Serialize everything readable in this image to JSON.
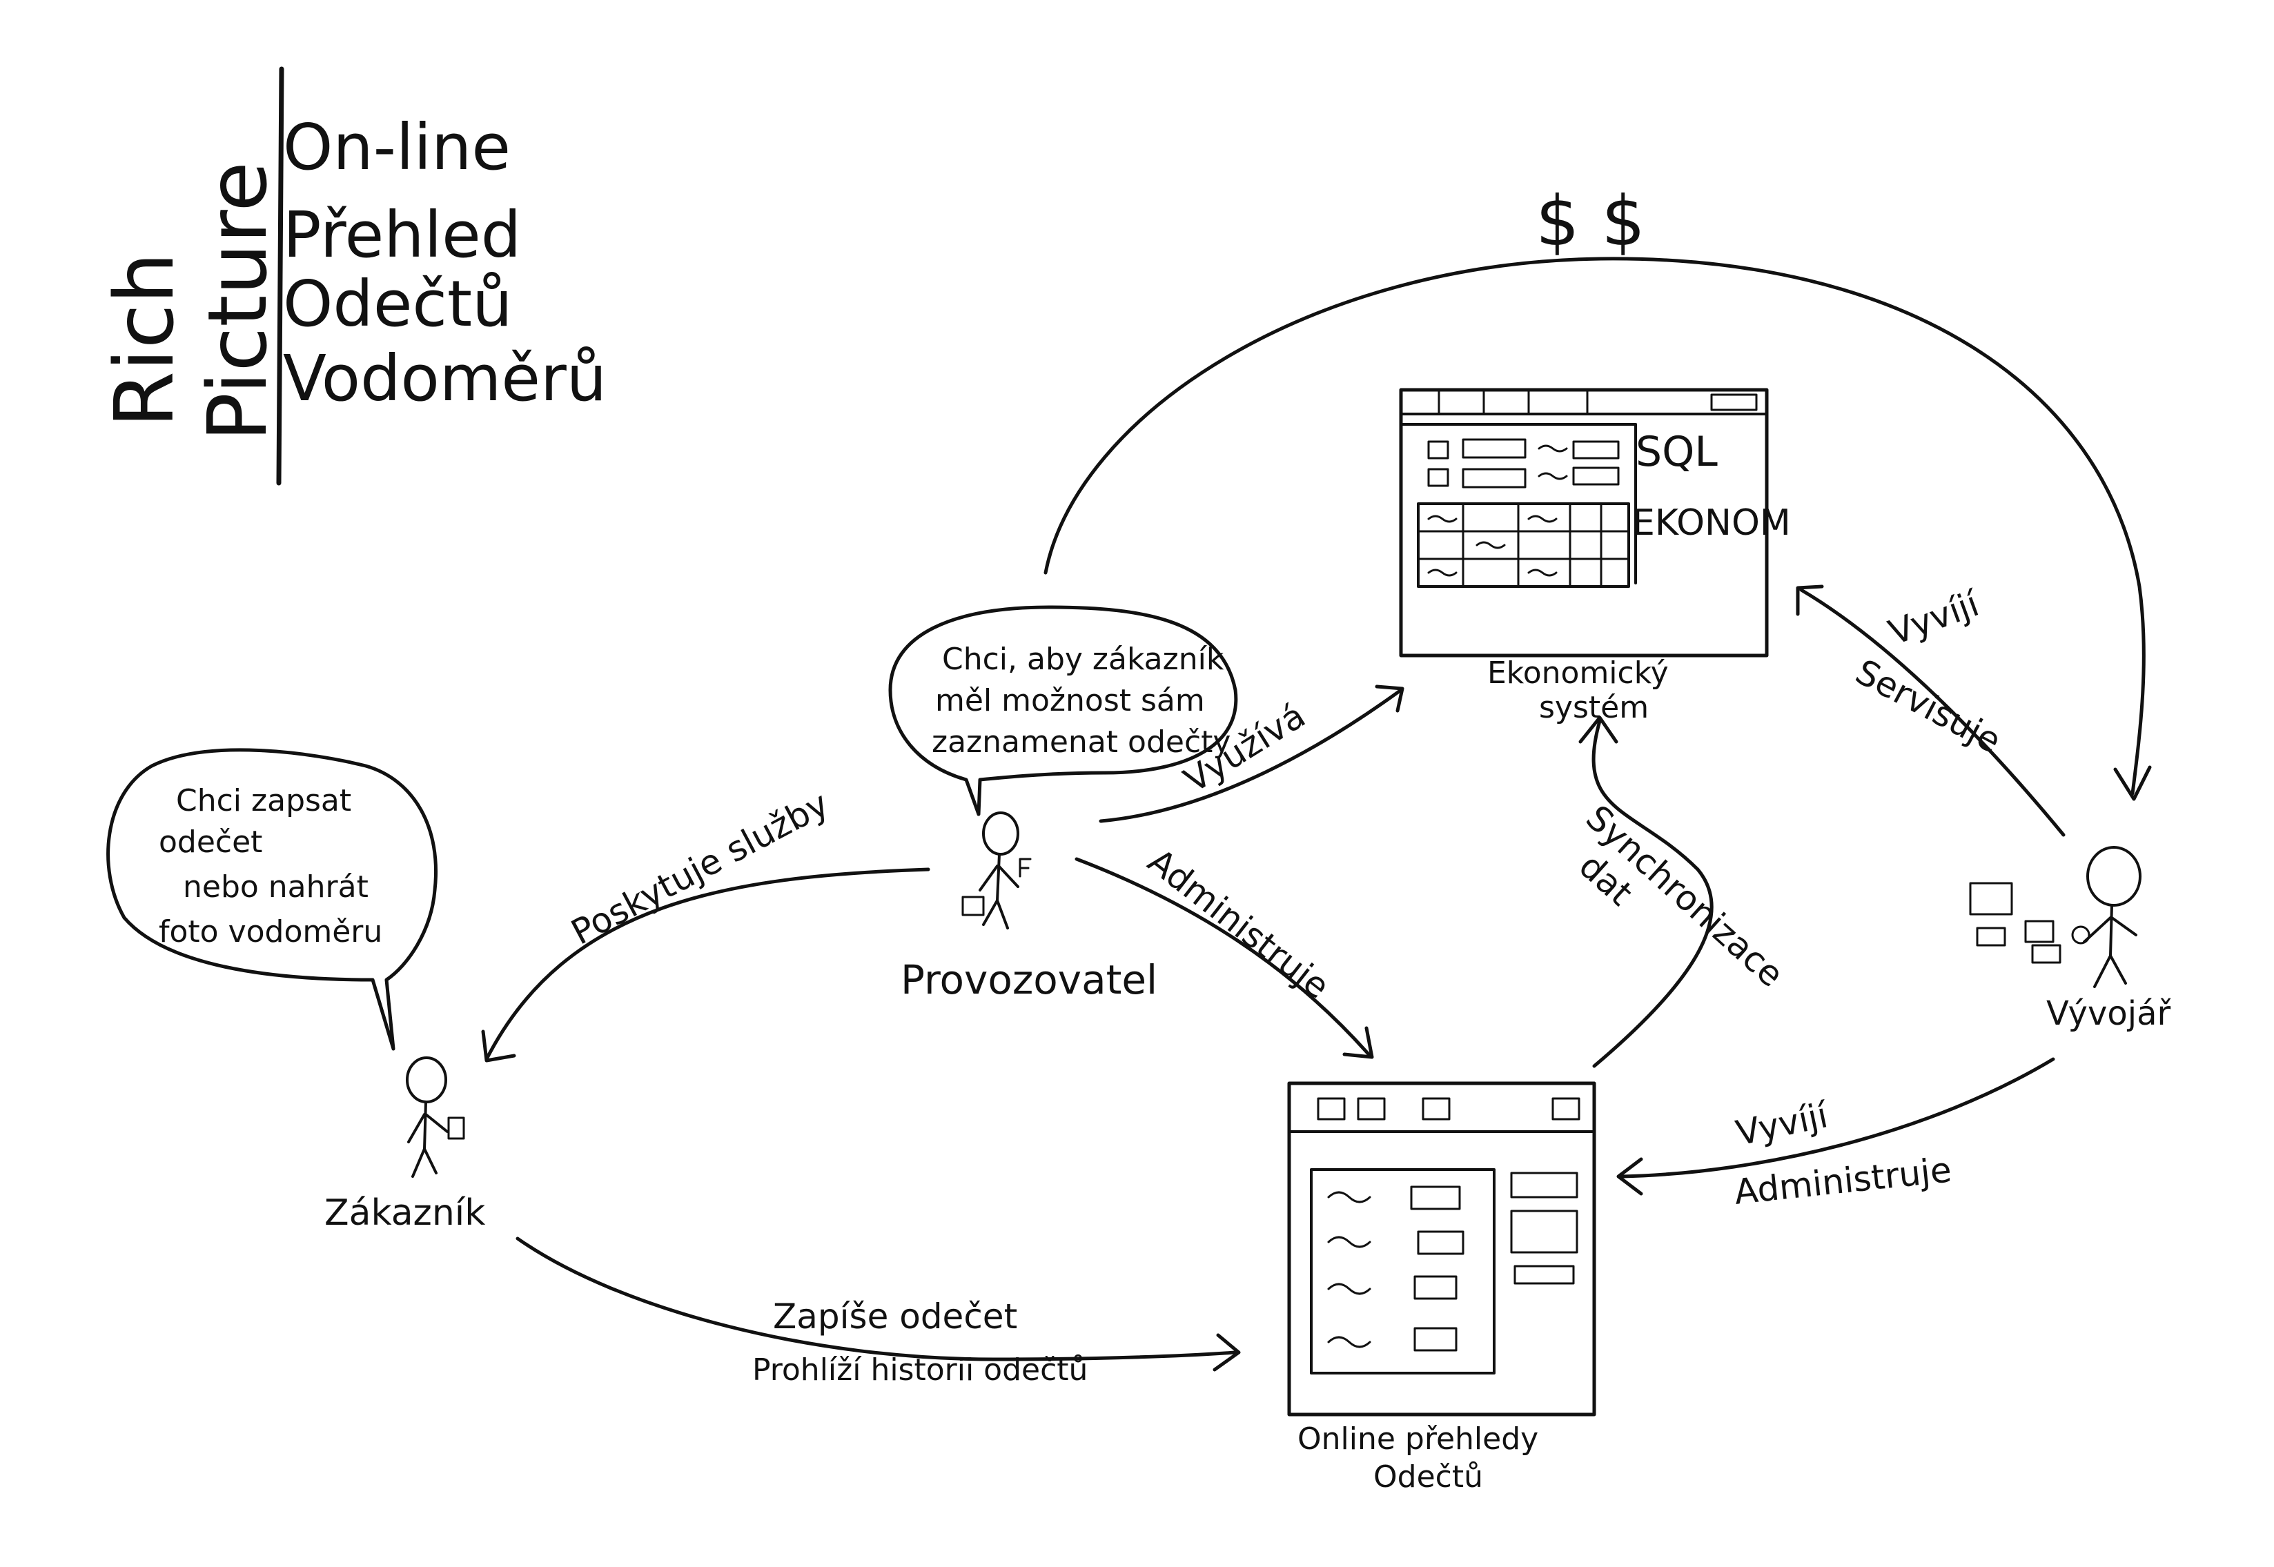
{
  "title": {
    "vertical_word1": "Rich",
    "vertical_word2": "Picture",
    "lines": [
      "On-line",
      "Přehled",
      "Odečtů",
      "Vodoměrů"
    ]
  },
  "money": "$ $",
  "economic_system": {
    "label_line1": "Ekonomický",
    "label_line2": "systém",
    "side_text1": "SQL",
    "side_text2": "EKONOM"
  },
  "online_app": {
    "label_line1": "Online přehledy",
    "label_line2": "Odečtů"
  },
  "actors": {
    "customer": "Zákazník",
    "operator": "Provozovatel",
    "developer": "Vývojář"
  },
  "bubbles": {
    "operator": [
      "Chci, aby zákazník",
      "měl možnost sám",
      "zaznamenat odečty"
    ],
    "customer": [
      "Chci zapsat",
      "odečet",
      "nebo nahrát",
      "foto vodoměru"
    ]
  },
  "relations": {
    "uses": "Využívá",
    "develops": "Vyvíjí",
    "services": "Servisuje",
    "provides": "Poskytuje služby",
    "administers": "Administruje",
    "sync_line1": "Synchronizace",
    "sync_line2": "dat",
    "dev_admin_line1": "Vyvíjí",
    "dev_admin_line2": "Administruje",
    "customer_line1": "Zapíše odečet",
    "customer_line2": "Prohlíží historii odečtů"
  }
}
